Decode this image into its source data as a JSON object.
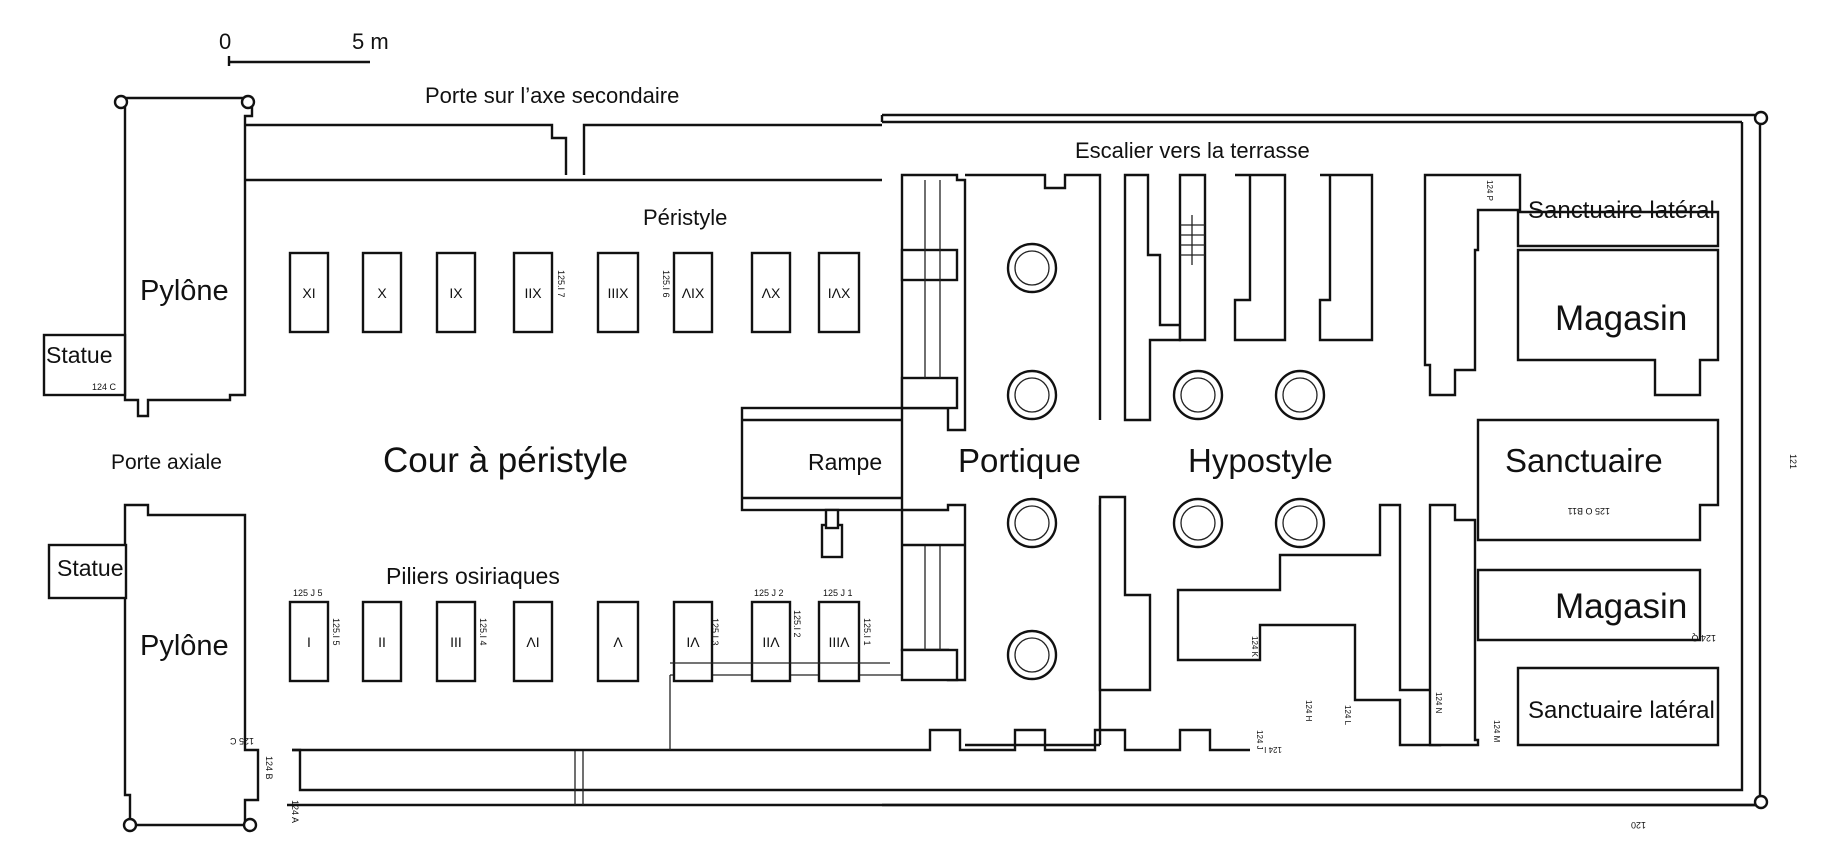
{
  "scale": {
    "zero": "0",
    "five": "5 m"
  },
  "labels": {
    "porte_secondaire": "Porte sur l’axe secondaire",
    "escalier": "Escalier vers la terrasse",
    "peristyle": "Péristyle",
    "pylone_top": "Pylône",
    "pylone_bottom": "Pylône",
    "statue_top": "Statue",
    "statue_bottom": "Statue",
    "porte_axiale": "Porte axiale",
    "cour": "Cour à péristyle",
    "rampe": "Rampe",
    "portique": "Portique",
    "hypostyle": "Hypostyle",
    "sanctuaire": "Sanctuaire",
    "sanctuaire_lateral_top": "Sanctuaire latéral",
    "sanctuaire_lateral_bottom": "Sanctuaire latéral",
    "magasin_top": "Magasin",
    "magasin_bottom": "Magasin",
    "piliers": "Piliers osiriaques"
  },
  "pillars_top": [
    "XI",
    "X",
    "IX",
    "IIX",
    "IIIX",
    "ΛIX",
    "ΛX",
    "IΛX"
  ],
  "pillars_bottom": [
    "I",
    "II",
    "III",
    "ΛI",
    "Λ",
    "IΛ",
    "IIΛ",
    "IIIΛ"
  ],
  "refs": {
    "r1257": "125.I 7",
    "r1256": "125.I 6",
    "r125j5": "125 J 5",
    "r12515": "125.I 5",
    "r12514": "125.I 4",
    "r12513": "125.I 3",
    "r125j2": "125 J 2",
    "r12512": "125.I 2",
    "r125j1": "125 J 1",
    "r12511": "125.I 1",
    "r124c": "124 C",
    "r124p": "124 P",
    "r124q": "124 Q",
    "r124k": "124 K",
    "r124h": "124 H",
    "r124l": "124 L",
    "r124n": "124 N",
    "r124m": "124 M",
    "r124j": "124 J",
    "r124i": "124 I",
    "r125c": "125 C",
    "r124b": "124 B",
    "r124a": "124 A",
    "r125ob11": "125 O B11",
    "r120": "120",
    "r121": "121"
  }
}
